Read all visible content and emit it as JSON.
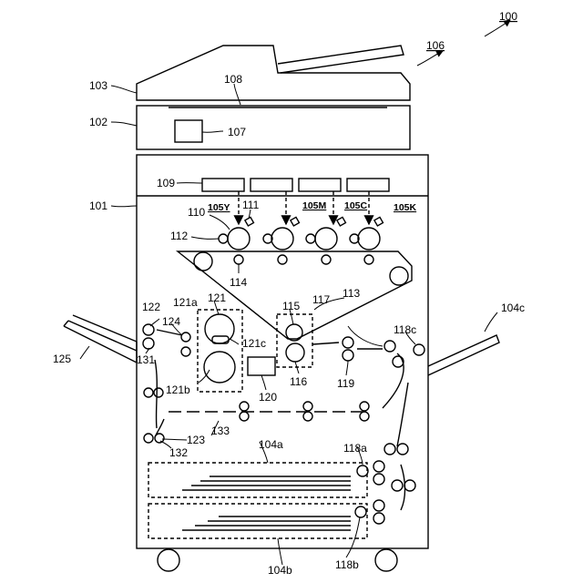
{
  "labels": {
    "l100": "100",
    "l101": "101",
    "l102": "102",
    "l103": "103",
    "l104a": "104a",
    "l104b": "104b",
    "l104c": "104c",
    "l105Y": "105Y",
    "l105M": "105M",
    "l105C": "105C",
    "l105K": "105K",
    "l106": "106",
    "l107": "107",
    "l108": "108",
    "l109": "109",
    "l110": "110",
    "l111": "111",
    "l112": "112",
    "l113": "113",
    "l114": "114",
    "l115": "115",
    "l116": "116",
    "l117": "117",
    "l118a": "118a",
    "l118b": "118b",
    "l118c": "118c",
    "l119": "119",
    "l120": "120",
    "l121": "121",
    "l121a": "121a",
    "l121b": "121b",
    "l121c": "121c",
    "l122": "122",
    "l123": "123",
    "l124": "124",
    "l125": "125",
    "l131": "131",
    "l132": "132",
    "l133": "133"
  }
}
